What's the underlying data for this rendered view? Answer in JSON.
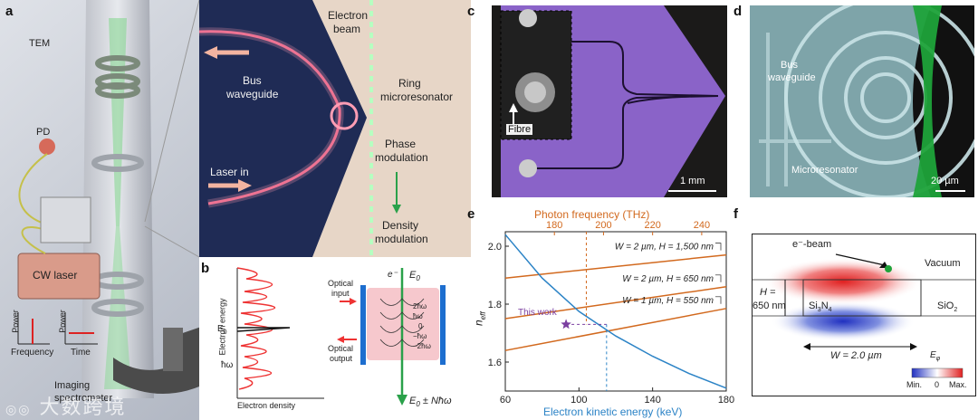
{
  "panels": {
    "a": {
      "letter": "a",
      "labels": {
        "tem": "TEM",
        "pd": "PD",
        "cw_laser": "CW laser",
        "imaging": "Imaging",
        "spectrometer": "spectrometer",
        "power1": "Power",
        "frequency": "Frequency",
        "power2": "Power",
        "time": "Time",
        "electron_beam_1": "Electron",
        "electron_beam_2": "beam",
        "bus_1": "Bus",
        "bus_2": "waveguide",
        "ring_1": "Ring",
        "ring_2": "microresonator",
        "laser_in": "Laser in",
        "phase_1": "Phase",
        "phase_2": "modulation",
        "density_1": "Density",
        "density_2": "modulation"
      }
    },
    "b": {
      "letter": "b",
      "labels": {
        "electron_energy": "Electron energy",
        "electron_density": "Electron density",
        "e0": "E",
        "e0_sub": "0",
        "hw": "ħω",
        "optical_input_1": "Optical",
        "optical_input_2": "input",
        "optical_output_1": "Optical",
        "optical_output_2": "output",
        "e_minus": "e⁻",
        "e0_top": "E",
        "e0_top_sub": "0",
        "e0_bottom": "E",
        "e0_bottom_sub": "0",
        "e0_bottom_rest": " ± Nħω",
        "levels": [
          "2ħω",
          "ħω",
          "0",
          "−ħω",
          "−2ħω"
        ]
      }
    },
    "c": {
      "letter": "c",
      "labels": {
        "fibre": "Fibre",
        "scale": "1 mm"
      },
      "colors": {
        "chip": "#8a63c8",
        "bg": "#2d2a28"
      }
    },
    "d": {
      "letter": "d",
      "labels": {
        "bus_1": "Bus",
        "bus_2": "waveguide",
        "micro": "Microresonator",
        "scale": "20 µm"
      },
      "colors": {
        "bg": "#6f9aa0",
        "beam": "#1fa33a"
      }
    },
    "e": {
      "letter": "e",
      "labels": {
        "top_axis": "Photon frequency (THz)",
        "bottom_axis": "Electron kinetic energy (keV)",
        "y_axis": "n",
        "y_axis_sub": "eff",
        "this_work": "This work"
      },
      "colors": {
        "photon": "#d2691e",
        "electron": "#2b83c6",
        "marker": "#7b3fa0"
      }
    },
    "f": {
      "letter": "f",
      "labels": {
        "ebeam": "e⁻-beam",
        "vacuum": "Vacuum",
        "h_1": "H =",
        "h_2": "650 nm",
        "si3n4": "Si",
        "si3n4_sub1": "3",
        "si3n4_mid": "N",
        "si3n4_sub2": "4",
        "sio2": "SiO",
        "sio2_sub": "2",
        "width": "W = 2.0 µm",
        "colorbar_title": "E",
        "colorbar_sub": "φ",
        "cb_min": "Min.",
        "cb_zero": "0",
        "cb_max": "Max."
      }
    }
  },
  "watermark": "大数跨境",
  "chart_data": {
    "type": "line",
    "xlabel": "Electron kinetic energy (keV)",
    "ylabel": "n_eff",
    "top_xlabel": "Photon frequency (THz)",
    "xlim": [
      60,
      180
    ],
    "ylim": [
      1.5,
      2.05
    ],
    "top_xlim": [
      160,
      250
    ],
    "x_ticks": [
      60,
      100,
      140,
      180
    ],
    "y_ticks": [
      1.6,
      1.8,
      2.0
    ],
    "top_ticks": [
      180,
      200,
      220,
      240
    ],
    "series": [
      {
        "name": "W = 2 µm, H = 1,500 nm",
        "axis": "top",
        "x": [
          160,
          250
        ],
        "y": [
          1.89,
          1.97
        ]
      },
      {
        "name": "W = 2 µm, H = 650 nm",
        "axis": "top",
        "x": [
          160,
          250
        ],
        "y": [
          1.75,
          1.86
        ]
      },
      {
        "name": "W = 1 µm, H = 550 nm",
        "axis": "top",
        "x": [
          160,
          250
        ],
        "y": [
          1.64,
          1.785
        ]
      },
      {
        "name": "",
        "axis": "bottom",
        "x": [
          60,
          80,
          100,
          120,
          140,
          160,
          180
        ],
        "y": [
          2.04,
          1.89,
          1.775,
          1.69,
          1.62,
          1.56,
          1.51
        ]
      }
    ],
    "this_work": {
      "x_keV": 93,
      "y": 1.73,
      "freq_THz": 193
    },
    "guide_line": {
      "x_keV": 115,
      "freq_THz": 193,
      "y_start": 2.05
    }
  }
}
